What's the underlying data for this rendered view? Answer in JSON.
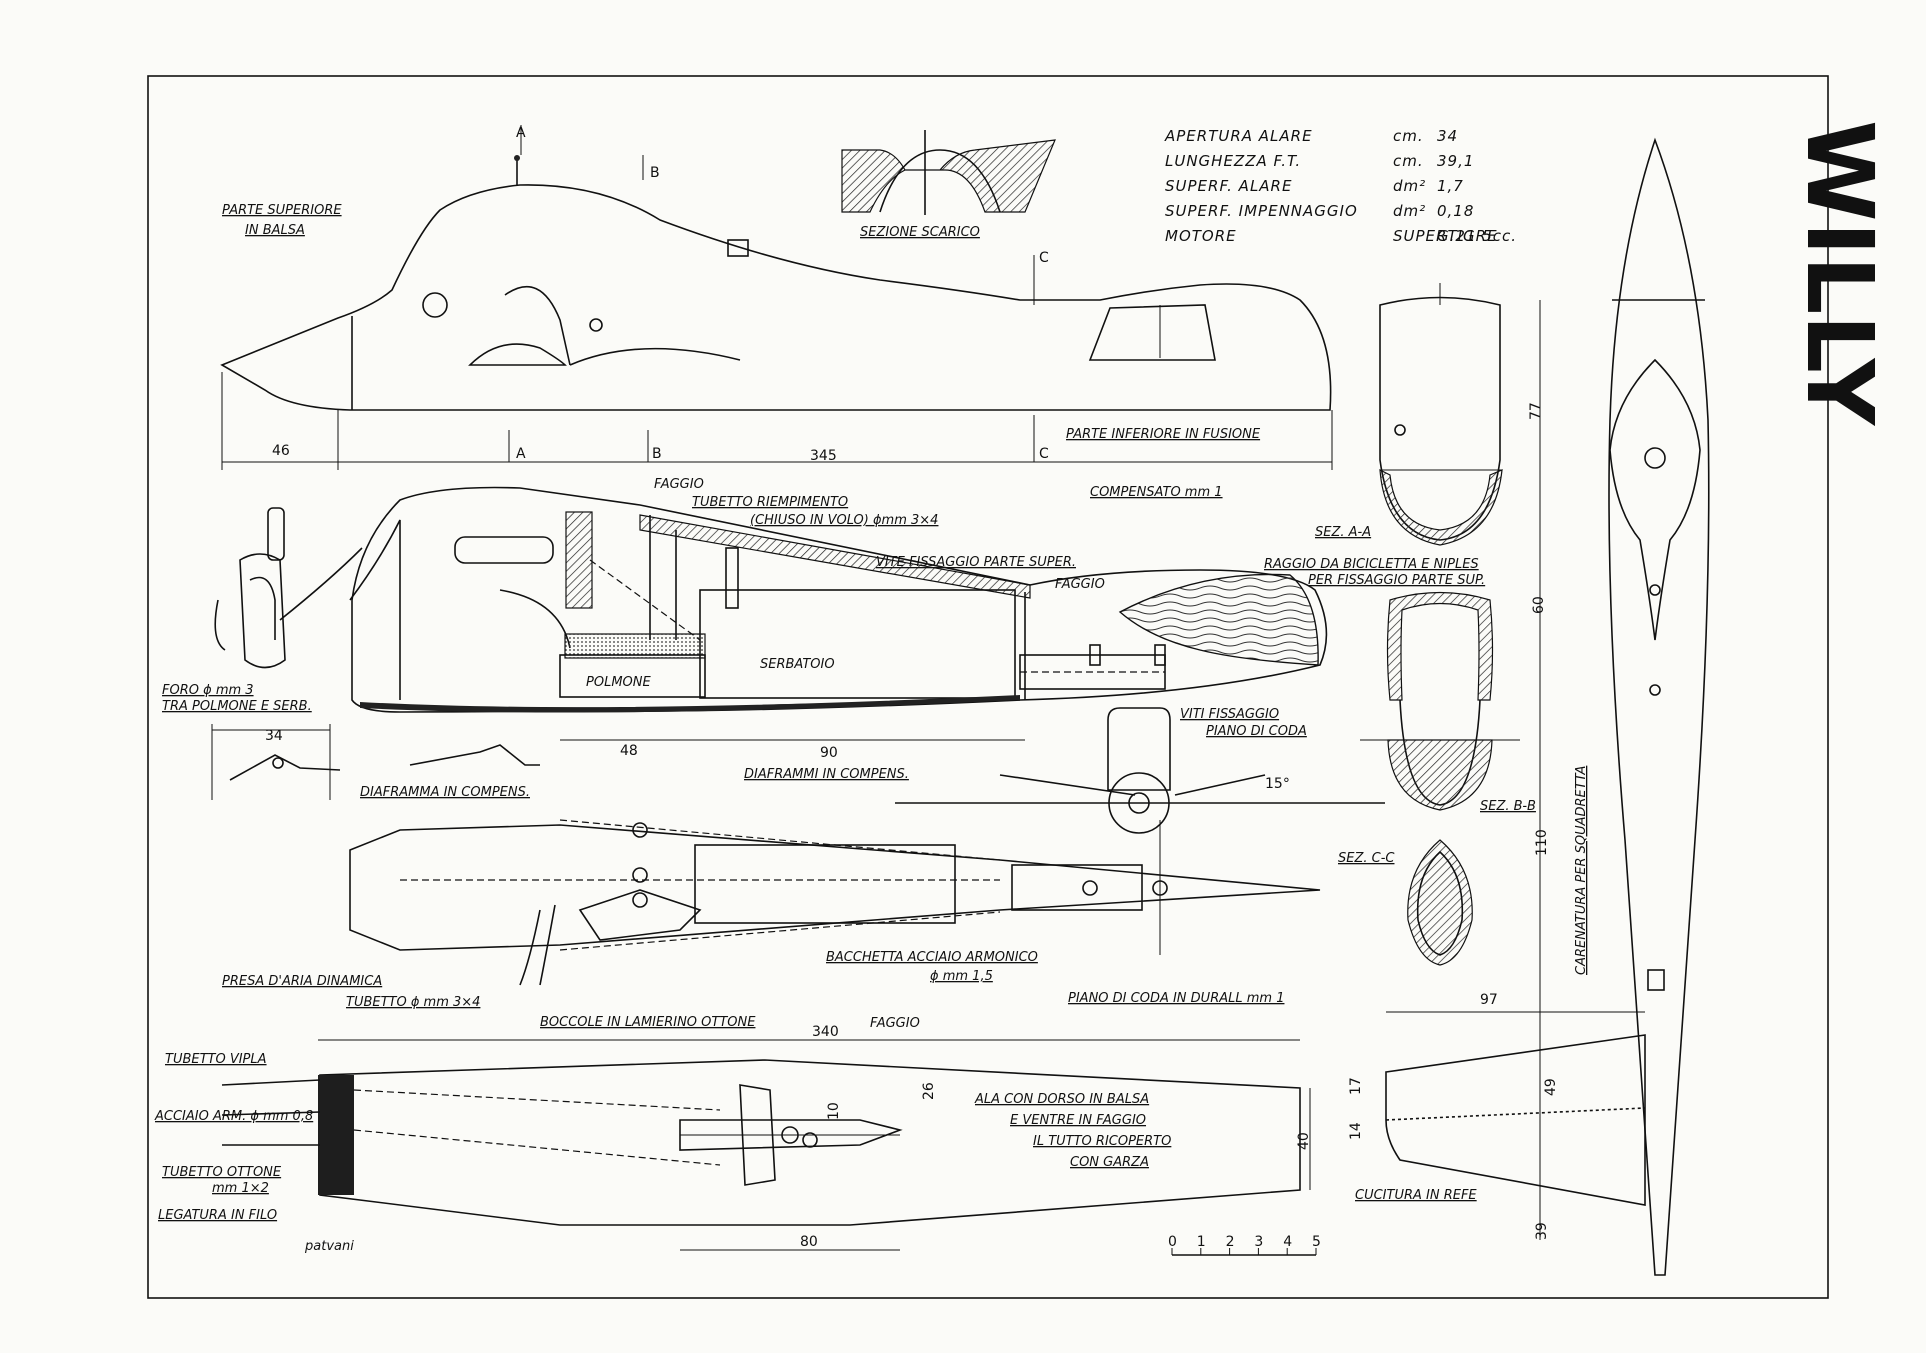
{
  "title": "WILLY",
  "author": "patvani",
  "specs": [
    {
      "label": "APERTURA ALARE",
      "unit": "cm.",
      "value": "34"
    },
    {
      "label": "LUNGHEZZA F.T.",
      "unit": "cm.",
      "value": "39,1"
    },
    {
      "label": "SUPERF. ALARE",
      "unit": "dm²",
      "value": "1,7"
    },
    {
      "label": "SUPERF. IMPENNAGGIO",
      "unit": "dm²",
      "value": "0,18"
    },
    {
      "label": "MOTORE",
      "unit": "SUPERTIGRE",
      "value": "G.21 5cc."
    }
  ],
  "labels": {
    "parte_superiore": "PARTE SUPERIORE",
    "in_balsa": "IN BALSA",
    "sezione_scarico": "SEZIONE SCARICO",
    "parte_inferiore": "PARTE INFERIORE IN FUSIONE",
    "faggio_1": "FAGGIO",
    "tubetto_riempimento": "TUBETTO RIEMPIMENTO",
    "chiuso_in_volo": "(CHIUSO IN VOLO) ϕmm 3×4",
    "compensato": "COMPENSATO mm 1",
    "vite_fissaggio": "VITE FISSAGGIO PARTE SUPER.",
    "faggio_2": "FAGGIO",
    "polmone": "POLMONE",
    "serbatoio": "SERBATOIO",
    "foro": "FORO ϕ mm 3",
    "tra_polmone": "TRA POLMONE E SERB.",
    "diaframma": "DIAFRAMMA IN COMPENS.",
    "diaframmi": "DIAFRAMMI IN COMPENS.",
    "viti_fissaggio": "VITI FISSAGGIO",
    "piano_di_coda": "PIANO DI CODA",
    "raggio_bicicletta": "RAGGIO DA BICICLETTA E NIPLES",
    "per_fissaggio": "PER FISSAGGIO PARTE SUP.",
    "sez_aa": "SEZ. A-A",
    "sez_bb": "SEZ. B-B",
    "sez_cc": "SEZ. C-C",
    "presa_aria": "PRESA D'ARIA DINAMICA",
    "tubetto_34": "TUBETTO ϕ mm 3×4",
    "bacchetta": "BACCHETTA ACCIAIO ARMONICO",
    "bacchetta_dim": "ϕ mm 1,5",
    "boccole": "BOCCOLE IN LAMIERINO OTTONE",
    "piano_coda_durall": "PIANO DI CODA IN DURALL mm 1",
    "faggio_3": "FAGGIO",
    "tubetto_vipla": "TUBETTO VIPLA",
    "acciaio_arm": "ACCIAIO ARM. ϕ mm 0,8",
    "tubetto_ottone": "TUBETTO OTTONE",
    "mm_1x2": "mm 1×2",
    "legatura": "LEGATURA IN FILO",
    "ala_1": "ALA CON DORSO IN BALSA",
    "ala_2": "E VENTRE IN FAGGIO",
    "ala_3": "IL TUTTO RICOPERTO",
    "ala_4": "CON GARZA",
    "cucitura": "CUCITURA IN REFE",
    "carenatura": "CARENATURA PER SQUADRETTA",
    "angle_15": "15°"
  },
  "dimensions": {
    "d46": "46",
    "d345": "345",
    "d48": "48",
    "d90": "90",
    "d34": "34",
    "d340": "340",
    "d80": "80",
    "d26": "26",
    "d10": "10",
    "d40": "40",
    "d97": "97",
    "d49": "49",
    "d17": "17",
    "d14": "14",
    "d39": "39",
    "d77": "77",
    "d60": "60",
    "d110": "110"
  },
  "section_marks": {
    "a": "A",
    "b": "B",
    "c": "C"
  },
  "scale_ticks": [
    "0",
    "1",
    "2",
    "3",
    "4",
    "5"
  ]
}
